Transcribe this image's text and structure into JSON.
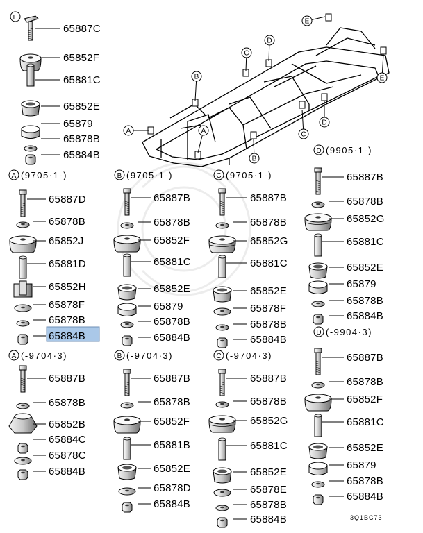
{
  "diagram": {
    "reference_code": "3Q1BC73",
    "highlight_color": "#aac8e8",
    "frame_callouts": [
      "E",
      "C",
      "D",
      "E",
      "B",
      "A",
      "A",
      "B",
      "C",
      "D"
    ],
    "groups": [
      {
        "id": "E",
        "header": "",
        "parts": [
          "65887C",
          "65852F",
          "65881C",
          "65852E",
          "65879",
          "65878B",
          "65884B"
        ]
      },
      {
        "id": "A",
        "header": "(9705·1-)",
        "parts": [
          "65887D",
          "65878B",
          "65852J",
          "65881D",
          "65852H",
          "65878F",
          "65878B",
          "65884B"
        ],
        "highlighted_part": "65884B"
      },
      {
        "id": "B",
        "header": "(9705·1-)",
        "parts": [
          "65887B",
          "65878B",
          "65852F",
          "65881C",
          "65852E",
          "65879",
          "65878B",
          "65884B"
        ]
      },
      {
        "id": "C",
        "header": "(9705·1-)",
        "parts": [
          "65887B",
          "65878B",
          "65852G",
          "65881C",
          "65852E",
          "65878F",
          "65878B",
          "65884B"
        ]
      },
      {
        "id": "D",
        "header": "(9905·1-)",
        "parts": [
          "65887B",
          "65878B",
          "65852G",
          "65881C",
          "65852E",
          "65879",
          "65878B",
          "65884B"
        ]
      },
      {
        "id": "D",
        "header": "(-9904·3)",
        "parts": [
          "65887B",
          "65878B",
          "65852F",
          "65881C",
          "65852E",
          "65879",
          "65878B",
          "65884B"
        ]
      },
      {
        "id": "A",
        "header": "(-9704·3)",
        "parts": [
          "65887B",
          "65878B",
          "65852B",
          "65884C",
          "65878C",
          "65884B"
        ]
      },
      {
        "id": "B",
        "header": "(-9704·3)",
        "parts": [
          "65887B",
          "65878B",
          "65852F",
          "65881B",
          "65852E",
          "65878D",
          "65884B"
        ]
      },
      {
        "id": "C",
        "header": "(-9704·3)",
        "parts": [
          "65887B",
          "65878B",
          "65852G",
          "65881C",
          "65852E",
          "65878E",
          "65878B",
          "65884B"
        ]
      }
    ]
  }
}
